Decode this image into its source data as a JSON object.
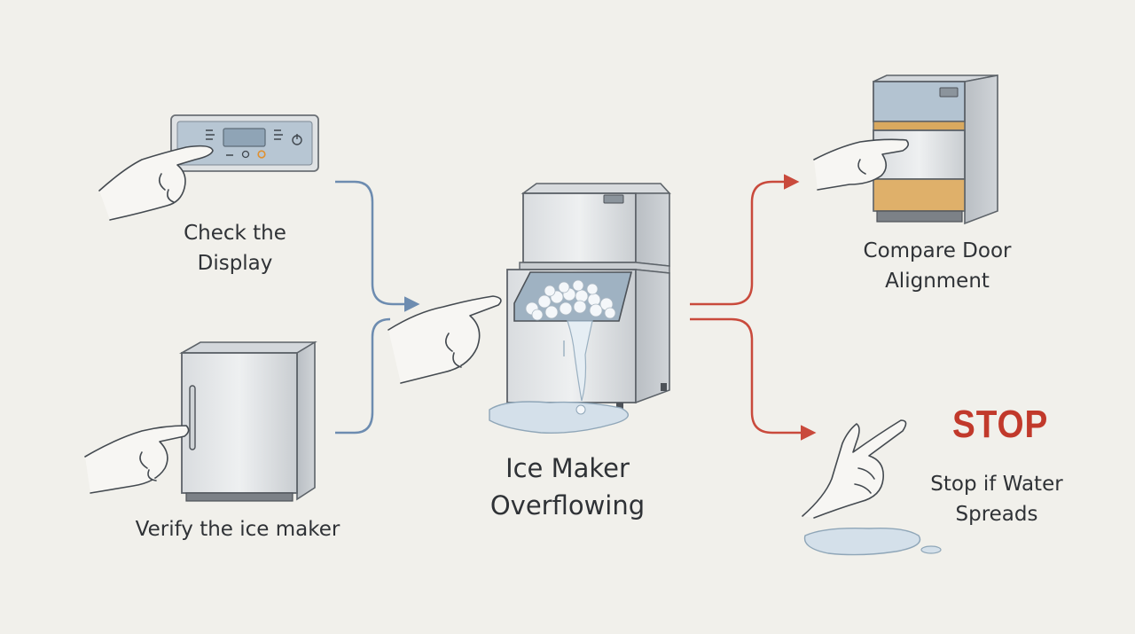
{
  "nodes": {
    "check_display": {
      "line1": "Check the",
      "line2": "Display"
    },
    "verify_ice_maker": {
      "label": "Verify the ice maker"
    },
    "center": {
      "line1": "Ice Maker",
      "line2": "Overflowing"
    },
    "compare_door": {
      "line1": "Compare Door",
      "line2": "Alignment"
    },
    "stop": {
      "word": "STOP",
      "line1": "Stop if Water",
      "line2": "Spreads"
    }
  },
  "icons": [
    "control-panel-icon",
    "mini-fridge-icon",
    "ice-machine-icon",
    "fridge-door-icon",
    "stop-hand-icon",
    "pointing-hand-icon",
    "water-puddle-icon"
  ],
  "colors": {
    "input_arrow": "#6d8cb0",
    "output_arrow": "#c94a3c",
    "stop_text": "#c1392b",
    "text": "#2f3236"
  }
}
